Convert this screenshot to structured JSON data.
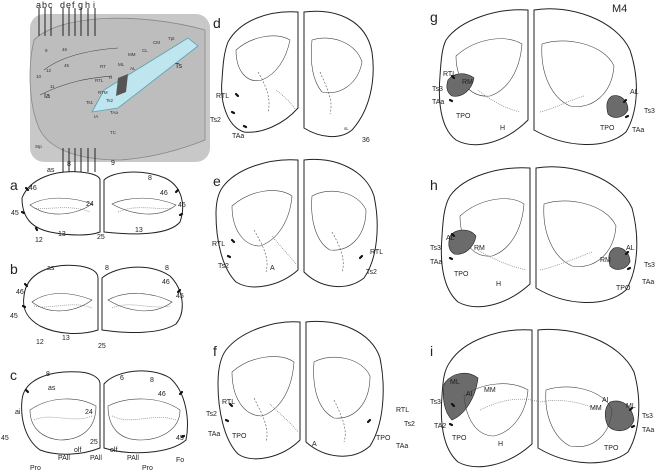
{
  "figure_id": "M4",
  "cut_letters": [
    "a",
    "b",
    "c",
    "d",
    "e",
    "f",
    "g",
    "h",
    "i"
  ],
  "lateral_view": {
    "labels": {
      "area9": "9",
      "area46": "46",
      "area45": "45",
      "area12": "12",
      "area10": "10",
      "area11": "11",
      "la": "Ia",
      "rtl": "RTL",
      "rtm": "RTM",
      "r": "R",
      "rt": "RT",
      "ml": "ML",
      "mm": "MM",
      "al": "AL",
      "cl": "CL",
      "cm": "CM",
      "tpt": "Tpt",
      "ts": "Ts",
      "ts1": "Ts1",
      "ts2": "Ts2",
      "taa": "TAa",
      "tc": "TC",
      "ia": "IA",
      "stp": "Stp"
    }
  },
  "panels": {
    "a": {
      "letter": "a",
      "labels": {
        "as": "as",
        "n8l": "8",
        "n46l": "46",
        "n45l": "45",
        "n12": "12",
        "n13l": "13",
        "n24": "24",
        "n25": "25",
        "n9": "9",
        "n8r": "8",
        "n46r": "46",
        "n45r": "45",
        "n13r": "13"
      }
    },
    "b": {
      "letter": "b",
      "labels": {
        "as": "as",
        "n8": "8",
        "n46l": "46",
        "n45l": "45",
        "n12": "12",
        "n13": "13",
        "n25": "25",
        "n46r": "46",
        "n45r": "45",
        "n8r": "8"
      }
    },
    "c": {
      "letter": "c",
      "labels": {
        "n8": "8",
        "as": "as",
        "ai": "ai",
        "n45l": "45",
        "n24": "24",
        "n25": "25",
        "n6": "6",
        "n46": "46",
        "n8r": "8",
        "n45r": "45",
        "pro_l": "Pro",
        "pall_l": "PAll",
        "olf_l": "olf",
        "pall_m": "PAll",
        "olf_r": "olf",
        "pall_r": "PAll",
        "pro_r": "Pro",
        "fo": "Fo"
      }
    },
    "d": {
      "letter": "d",
      "labels": {
        "rtl": "RTL",
        "ts2": "Ts2",
        "taa": "TAa",
        "n36": "36",
        "sl": "sL"
      }
    },
    "e": {
      "letter": "e",
      "labels": {
        "rtl_l": "RTL",
        "ts2_l": "Ts2",
        "a": "A",
        "rtl_r": "RTL",
        "ts2_r": "Ts2"
      }
    },
    "f": {
      "letter": "f",
      "labels": {
        "rtl_l": "RTL",
        "ts2_l": "Ts2",
        "taa_l": "TAa",
        "tpo_l": "TPO",
        "a": "A",
        "rtl_r": "RTL",
        "ts2_r": "Ts2",
        "tpo_r": "TPO",
        "taa_r": "TAa"
      }
    },
    "g": {
      "letter": "g",
      "labels": {
        "rtl": "RTL",
        "rm": "RM",
        "ts3_l": "Ts3",
        "taa_l": "TAa",
        "tpo_l": "TPO",
        "h": "H",
        "al": "AL",
        "ts3_r": "Ts3",
        "tpo_r": "TPO",
        "taa_r": "TAa",
        "m4": "M4"
      }
    },
    "h": {
      "letter": "h",
      "labels": {
        "al_l": "AL",
        "ts3_l": "Ts3",
        "rm_l": "RM",
        "taa_l": "TAa",
        "tpo_l": "TPO",
        "h": "H",
        "rm_r": "RM",
        "al_r": "AL",
        "ts3_r": "Ts3",
        "tpo_r": "TPO",
        "taa_r": "TAa"
      }
    },
    "i": {
      "letter": "i",
      "labels": {
        "ml": "ML",
        "ts3_l": "Ts3",
        "ai_l": "AI",
        "mm_l": "MM",
        "ta2": "TA2",
        "tpo_l": "TPO",
        "h": "H",
        "ai_r": "AI",
        "mm_r": "MM",
        "ml_r": "ML",
        "ts3_r": "Ts3",
        "taa_r": "TAa",
        "tpo_r": "TPO"
      }
    }
  },
  "colors": {
    "shade": "#6b6b6b",
    "lateral_bg": "#c8c8c8",
    "belt_highlight": "#bfe6ef"
  }
}
